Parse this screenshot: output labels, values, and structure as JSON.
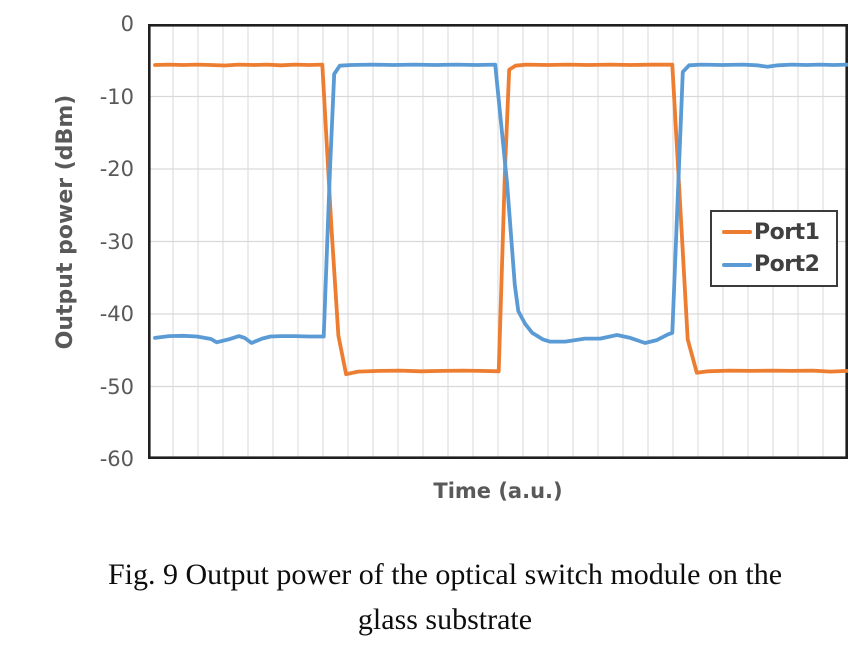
{
  "caption": {
    "line1": "Fig. 9 Output power of the optical switch module on the",
    "line2": "glass substrate"
  },
  "chart_data": {
    "type": "line",
    "title": "",
    "xlabel": "Time (a.u.)",
    "ylabel": "Output power (dBm)",
    "xlim": [
      0,
      100
    ],
    "ylim": [
      -60,
      0
    ],
    "yticks": [
      0,
      -10,
      -20,
      -30,
      -40,
      -50,
      -60
    ],
    "x_minor_divisions": 28,
    "grid": "on",
    "legend_position": "middle-right-inside",
    "colors": {
      "grid": "#D9D9D9",
      "border": "#1f1f1f",
      "tick_text": "#595959",
      "legend_text": "#404040"
    },
    "series": [
      {
        "name": "Port1",
        "color": "#ED7D31",
        "points": [
          [
            1,
            -5.65
          ],
          [
            3,
            -5.6
          ],
          [
            5,
            -5.65
          ],
          [
            7,
            -5.6
          ],
          [
            9,
            -5.65
          ],
          [
            11,
            -5.72
          ],
          [
            13,
            -5.6
          ],
          [
            15,
            -5.65
          ],
          [
            17,
            -5.6
          ],
          [
            19,
            -5.7
          ],
          [
            21,
            -5.6
          ],
          [
            23,
            -5.65
          ],
          [
            24.9,
            -5.6
          ],
          [
            26.2,
            -28
          ],
          [
            27.2,
            -43
          ],
          [
            28.3,
            -48.3
          ],
          [
            30,
            -47.95
          ],
          [
            33,
            -47.85
          ],
          [
            36,
            -47.8
          ],
          [
            39,
            -47.9
          ],
          [
            42,
            -47.85
          ],
          [
            45,
            -47.8
          ],
          [
            47.5,
            -47.85
          ],
          [
            50.1,
            -47.9
          ],
          [
            51,
            -20
          ],
          [
            51.6,
            -6.3
          ],
          [
            52.5,
            -5.75
          ],
          [
            54,
            -5.6
          ],
          [
            57,
            -5.65
          ],
          [
            60,
            -5.6
          ],
          [
            63,
            -5.65
          ],
          [
            66,
            -5.6
          ],
          [
            69,
            -5.65
          ],
          [
            72,
            -5.6
          ],
          [
            74.9,
            -5.62
          ],
          [
            76.2,
            -28
          ],
          [
            77.1,
            -43.5
          ],
          [
            78.4,
            -48.1
          ],
          [
            80,
            -47.9
          ],
          [
            83,
            -47.8
          ],
          [
            86,
            -47.85
          ],
          [
            89,
            -47.8
          ],
          [
            92,
            -47.85
          ],
          [
            95,
            -47.8
          ],
          [
            97.5,
            -47.95
          ],
          [
            100,
            -47.85
          ]
        ]
      },
      {
        "name": "Port2",
        "color": "#5B9BD5",
        "points": [
          [
            1,
            -43.3
          ],
          [
            3,
            -43.05
          ],
          [
            5,
            -43.0
          ],
          [
            7,
            -43.1
          ],
          [
            9,
            -43.45
          ],
          [
            9.8,
            -43.9
          ],
          [
            11.5,
            -43.5
          ],
          [
            13,
            -43.05
          ],
          [
            13.8,
            -43.3
          ],
          [
            14.8,
            -44.0
          ],
          [
            16.3,
            -43.4
          ],
          [
            17.5,
            -43.1
          ],
          [
            19,
            -43.05
          ],
          [
            21,
            -43.05
          ],
          [
            23,
            -43.1
          ],
          [
            25.1,
            -43.1
          ],
          [
            26,
            -20
          ],
          [
            26.6,
            -6.9
          ],
          [
            27.4,
            -5.75
          ],
          [
            29,
            -5.65
          ],
          [
            32,
            -5.6
          ],
          [
            35,
            -5.65
          ],
          [
            38,
            -5.6
          ],
          [
            41,
            -5.65
          ],
          [
            44,
            -5.6
          ],
          [
            47,
            -5.65
          ],
          [
            49.6,
            -5.6
          ],
          [
            51.3,
            -22
          ],
          [
            52.4,
            -36
          ],
          [
            52.9,
            -39.6
          ],
          [
            53.9,
            -41.4
          ],
          [
            54.9,
            -42.6
          ],
          [
            56.4,
            -43.5
          ],
          [
            57.4,
            -43.8
          ],
          [
            59.6,
            -43.8
          ],
          [
            62.4,
            -43.4
          ],
          [
            64.6,
            -43.4
          ],
          [
            67,
            -42.9
          ],
          [
            68.9,
            -43.3
          ],
          [
            71,
            -44.0
          ],
          [
            72.7,
            -43.6
          ],
          [
            74.3,
            -42.8
          ],
          [
            74.9,
            -42.6
          ],
          [
            76.4,
            -6.6
          ],
          [
            77.3,
            -5.7
          ],
          [
            79,
            -5.6
          ],
          [
            82,
            -5.65
          ],
          [
            85,
            -5.6
          ],
          [
            87,
            -5.7
          ],
          [
            88.5,
            -5.9
          ],
          [
            90,
            -5.7
          ],
          [
            92,
            -5.6
          ],
          [
            94,
            -5.65
          ],
          [
            96,
            -5.6
          ],
          [
            98,
            -5.65
          ],
          [
            100,
            -5.6
          ]
        ]
      }
    ]
  }
}
